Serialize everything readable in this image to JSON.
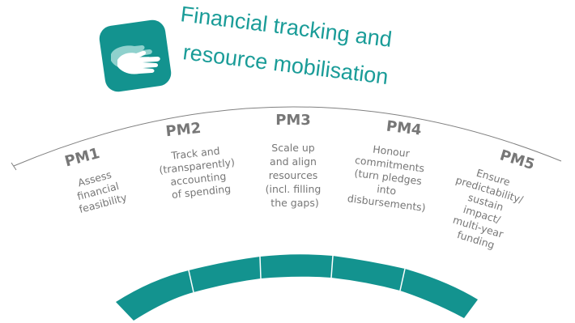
{
  "title": {
    "line1": "Financial tracking and",
    "line2": "resource mobilisation",
    "icon": "hand-icon"
  },
  "colors": {
    "accent": "#13938f",
    "accent_light": "#8fd1cd",
    "text": "#777777",
    "arc": "#808080"
  },
  "phases": [
    {
      "code": "PM1",
      "desc": [
        "Assess",
        "financial",
        "feasibility"
      ]
    },
    {
      "code": "PM2",
      "desc": [
        "Track and",
        "(transparently)",
        "accounting",
        "of spending"
      ]
    },
    {
      "code": "PM3",
      "desc": [
        "Scale up",
        "and align",
        "resources",
        "(incl. filling",
        "the gaps)"
      ]
    },
    {
      "code": "PM4",
      "desc": [
        "Honour",
        "commitments",
        "(turn pledges",
        "into",
        "disbursements)"
      ]
    },
    {
      "code": "PM5",
      "desc": [
        "Ensure",
        "predictability/",
        "sustain",
        "impact/",
        "multi-year",
        "funding"
      ]
    }
  ]
}
